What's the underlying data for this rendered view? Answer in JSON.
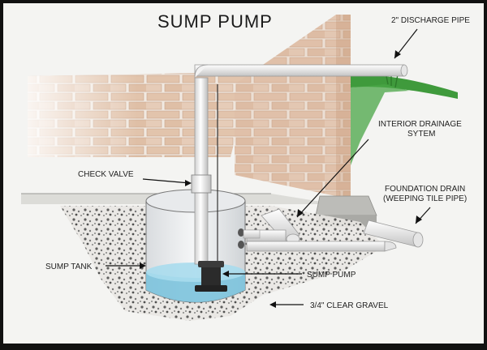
{
  "diagram": {
    "title": "SUMP PUMP",
    "labels": {
      "discharge_pipe": "2\" DISCHARGE PIPE",
      "interior_drainage_1": "INTERIOR DRAINAGE",
      "interior_drainage_2": "SYTEM",
      "check_valve": "CHECK VALVE",
      "foundation_drain_1": "FOUNDATION DRAIN",
      "foundation_drain_2": "(WEEPING TILE PIPE)",
      "sump_tank": "SUMP TANK",
      "sump_pump": "SUMP PUMP",
      "clear_gravel": "3/4\" CLEAR GRAVEL"
    },
    "colors": {
      "brick_face": "#e3c9b4",
      "brick_mortar": "#f2ece6",
      "pipe": "#f7f7f7",
      "water": "#7cc3dd",
      "gravel": "#555555",
      "grass": "#3f9a3c",
      "pump": "#2b2b2b"
    }
  }
}
